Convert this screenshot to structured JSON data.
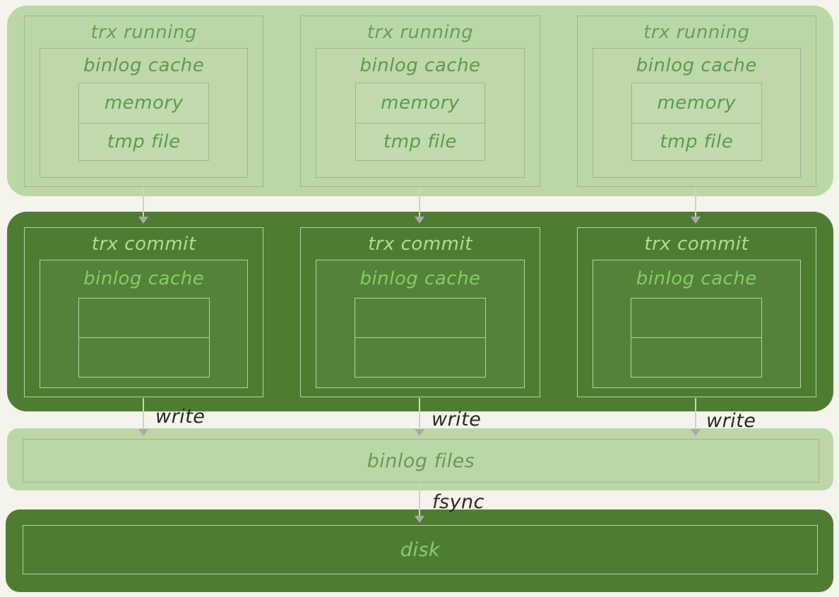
{
  "colors": {
    "background": "#f4f3ec",
    "panel_light": "#bcd7a6",
    "panel_dark": "#4e7d32",
    "border_on_light": "#a3b298",
    "border_on_dark": "#b7cfa8",
    "text_green_on_light": "#5f9a4c",
    "title_green_on_light": "#67a054",
    "title_pale_on_dark": "#b5d89e",
    "text_green_on_dark": "#85cc66",
    "disk_text": "#8cc973",
    "flow_label_text": "#2b2b24",
    "connector_line": "#d0d0c9",
    "arrowhead": "#a9aaa5"
  },
  "top_panel": {
    "boxes": [
      {
        "title": "trx running",
        "cache_label": "binlog cache",
        "memory_label": "memory",
        "tmpfile_label": "tmp file"
      },
      {
        "title": "trx running",
        "cache_label": "binlog cache",
        "memory_label": "memory",
        "tmpfile_label": "tmp file"
      },
      {
        "title": "trx running",
        "cache_label": "binlog cache",
        "memory_label": "memory",
        "tmpfile_label": "tmp file"
      }
    ]
  },
  "commit_panel": {
    "boxes": [
      {
        "title": "trx commit",
        "cache_label": "binlog cache"
      },
      {
        "title": "trx commit",
        "cache_label": "binlog cache"
      },
      {
        "title": "trx commit",
        "cache_label": "binlog cache"
      }
    ]
  },
  "flow": {
    "write_label": "write",
    "fsync_label": "fsync"
  },
  "binlog_files": {
    "label": "binlog files"
  },
  "disk": {
    "label": "disk"
  }
}
